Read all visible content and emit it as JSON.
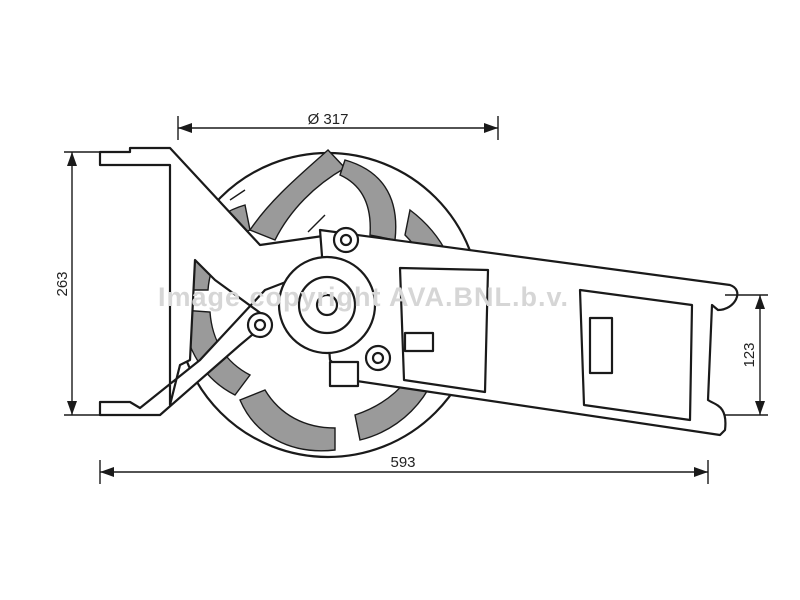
{
  "dimensions": {
    "fan_diameter": "Ø 317",
    "height": "263",
    "width": "593",
    "mount_height": "123"
  },
  "watermark": "Image copyright AVA.BNL.b.v."
}
